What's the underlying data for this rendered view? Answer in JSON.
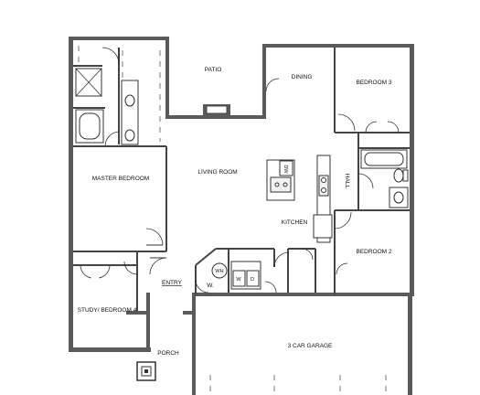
{
  "plan": {
    "rooms": {
      "patio": "PATIO",
      "dining": "DINING",
      "bedroom3": "BEDROOM 3",
      "master": "MASTER BEDROOM",
      "living": "LIVING ROOM",
      "hall": "HALL",
      "kitchen": "KITCHEN",
      "bedroom2": "BEDROOM 2",
      "study": "STUDY/ BEDROOM 4",
      "entry": "ENTRY",
      "laundry": "W.",
      "porch": "PORCH",
      "garage": "3 CAR GARAGE"
    },
    "appliances": {
      "dishwasher": "DW",
      "water_heater": "WH",
      "washer": "W",
      "dryer": "D"
    }
  }
}
